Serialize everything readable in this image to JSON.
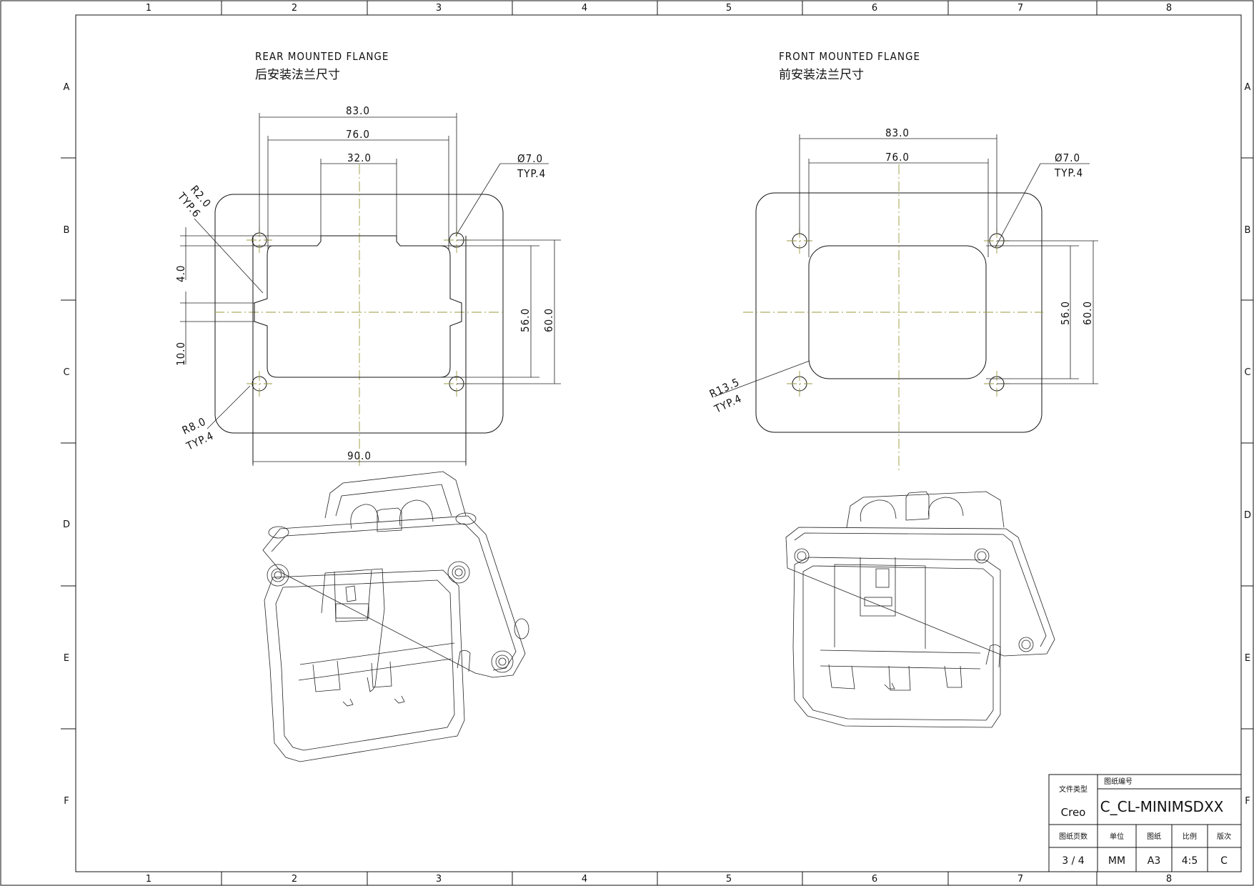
{
  "sheet": {
    "col_labels": [
      "1",
      "2",
      "3",
      "4",
      "5",
      "6",
      "7",
      "8"
    ],
    "row_labels": [
      "A",
      "B",
      "C",
      "D",
      "E",
      "F"
    ]
  },
  "views": {
    "rear": {
      "title_en": "REAR MOUNTED FLANGE",
      "title_cn": "后安装法兰尺寸",
      "dims": {
        "w83": "83.0",
        "w76": "76.0",
        "w32": "32.0",
        "w90": "90.0",
        "hole": "Ø7.0",
        "hole_typ": "TYP.4",
        "r2": "R2.0",
        "r2_typ": "TYP.6",
        "d4": "4.0",
        "d10": "10.0",
        "h56": "56.0",
        "h60": "60.0",
        "r8": "R8.0",
        "r8_typ": "TYP.4"
      }
    },
    "front": {
      "title_en": "FRONT MOUNTED FLANGE",
      "title_cn": "前安装法兰尺寸",
      "dims": {
        "w83": "83.0",
        "w76": "76.0",
        "hole": "Ø7.0",
        "hole_typ": "TYP.4",
        "h56": "56.0",
        "h60": "60.0",
        "r135": "R13.5",
        "r135_typ": "TYP.4"
      }
    }
  },
  "title_block": {
    "file_type_label": "文件类型",
    "file_type": "Creo",
    "drawing_no_label": "图纸编号",
    "drawing_no": "C_CL-MINIMSDXX",
    "pages_label": "图纸页数",
    "unit_label": "单位",
    "paper_label": "图纸",
    "scale_label": "比例",
    "rev_label": "版次",
    "pages": "3 / 4",
    "unit": "MM",
    "paper": "A3",
    "scale": "4:5",
    "rev": "C"
  }
}
